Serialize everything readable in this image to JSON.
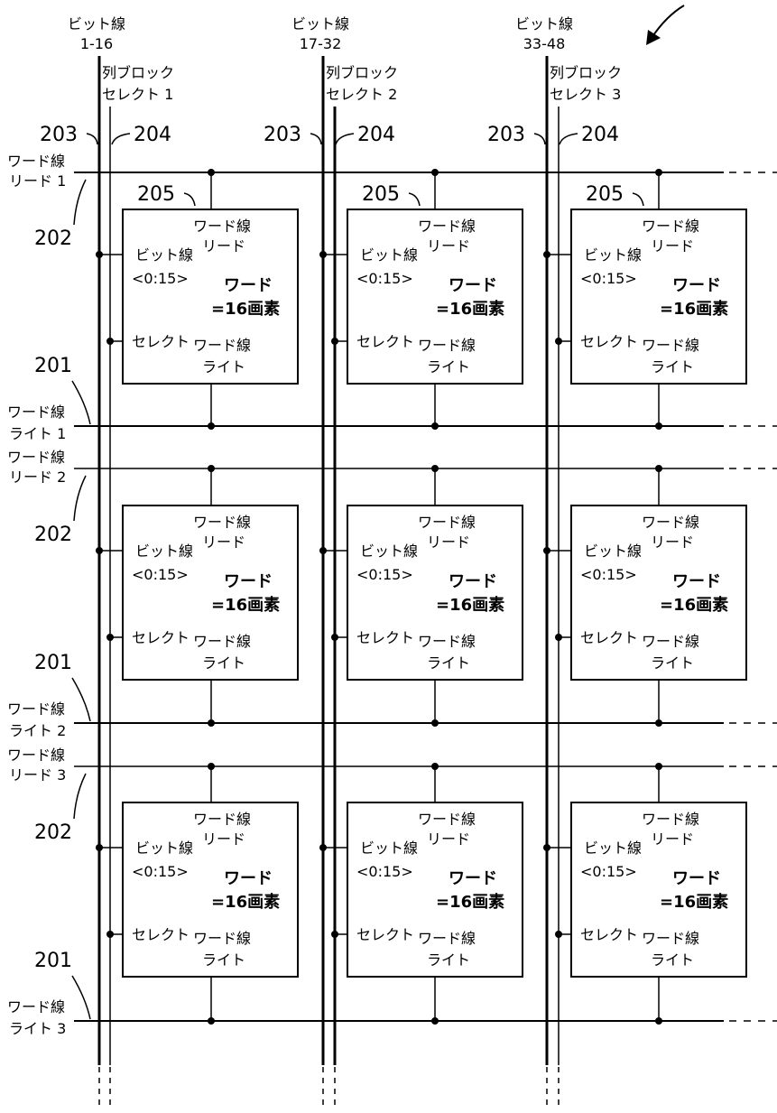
{
  "bit_line_groups": [
    {
      "title": "ビット線",
      "range": "1-16",
      "select_line1": "列ブロック",
      "select_line2": "セレクト 1"
    },
    {
      "title": "ビット線",
      "range": "17-32",
      "select_line1": "列ブロック",
      "select_line2": "セレクト 2"
    },
    {
      "title": "ビット線",
      "range": "33-48",
      "select_line1": "列ブロック",
      "select_line2": "セレクト 3"
    }
  ],
  "ref_labels": {
    "bit_line": "203",
    "select_line": "204",
    "cell": "205",
    "read_line": "202",
    "write_line": "201"
  },
  "rows": [
    {
      "read_l1": "ワード線",
      "read_l2": "リード 1",
      "write_l1": "ワード線",
      "write_l2": "ライト 1"
    },
    {
      "read_l1": "ワード線",
      "read_l2": "リード 2",
      "write_l1": "ワード線",
      "write_l2": "ライト 2"
    },
    {
      "read_l1": "ワード線",
      "read_l2": "リード 3",
      "write_l1": "ワード線",
      "write_l2": "ライト 3"
    }
  ],
  "cell": {
    "read_l1": "ワード線",
    "read_l2": "リード",
    "bit_l1": "ビット線",
    "bit_l2": "<0:15>",
    "word_l1": "ワード",
    "word_l2": "=16画素",
    "select": "セレクト",
    "write_l1": "ワード線",
    "write_l2": "ライト"
  }
}
